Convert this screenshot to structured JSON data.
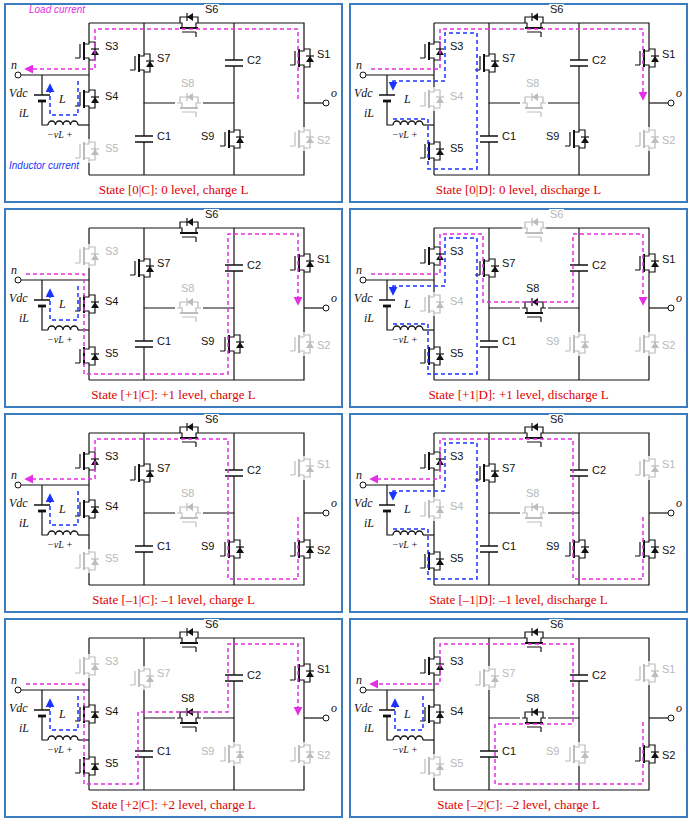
{
  "diagram": {
    "nodes": [
      {
        "text": [
          "State [0|C]: 0 level, charge L"
        ]
      },
      {
        "text": [
          "State [0|D]: 0 level, discharge L"
        ]
      },
      {
        "text": [
          "State [+1|C]: +1 level, charge L"
        ]
      },
      {
        "text": [
          "State [+1|D]: +1 level, discharge L"
        ]
      },
      {
        "text": [
          "State [–1|C]: –1 level, charge L"
        ]
      },
      {
        "text": [
          "State [–1|D]: –1 level, discharge L"
        ]
      },
      {
        "text": [
          "State [+2|C]: +2 level, charge L"
        ]
      },
      {
        "text": [
          "State [–2|C]: –2 level, charge L"
        ]
      }
    ],
    "labels": [
      "n",
      "Vdc",
      "iL",
      "L",
      "−vL +",
      "S1",
      "S2",
      "S3",
      "S4",
      "S5",
      "S6",
      "S7",
      "S8",
      "S9",
      "C1",
      "C2",
      "o",
      "n",
      "Vdc",
      "iL",
      "L",
      "−vL +",
      "S1",
      "S2",
      "S3",
      "S4",
      "S5",
      "S6",
      "S7",
      "S8",
      "S9",
      "C1",
      "C2",
      "o",
      "n",
      "Vdc",
      "iL",
      "L",
      "−vL +",
      "S1",
      "S2",
      "S3",
      "S4",
      "S5",
      "S6",
      "S7",
      "S8",
      "S9",
      "C1",
      "C2",
      "o",
      "n",
      "Vdc",
      "iL",
      "L",
      "−vL +",
      "S1",
      "S2",
      "S3",
      "S4",
      "S5",
      "S6",
      "S7",
      "S8",
      "S9",
      "C1",
      "C2",
      "o",
      "n",
      "Vdc",
      "iL",
      "L",
      "−vL +",
      "S1",
      "S2",
      "S3",
      "S4",
      "S5",
      "S6",
      "S7",
      "S8",
      "S9",
      "C1",
      "C2",
      "o",
      "n",
      "Vdc",
      "iL",
      "L",
      "−vL +",
      "S1",
      "S2",
      "S3",
      "S4",
      "S5",
      "S6",
      "S7",
      "S8",
      "S9",
      "C1",
      "C2",
      "o",
      "n",
      "Vdc",
      "iL",
      "L",
      "−vL +",
      "S1",
      "S2",
      "S3",
      "S4",
      "S5",
      "S6",
      "S7",
      "S8",
      "S9",
      "C1",
      "C2",
      "o",
      "n",
      "Vdc",
      "iL",
      "L",
      "−vL +",
      "S1",
      "S2",
      "S3",
      "S4",
      "S5",
      "S6",
      "S7",
      "S8",
      "S9",
      "C1",
      "C2",
      "o",
      "Load current",
      "Inductor current"
    ]
  }
}
